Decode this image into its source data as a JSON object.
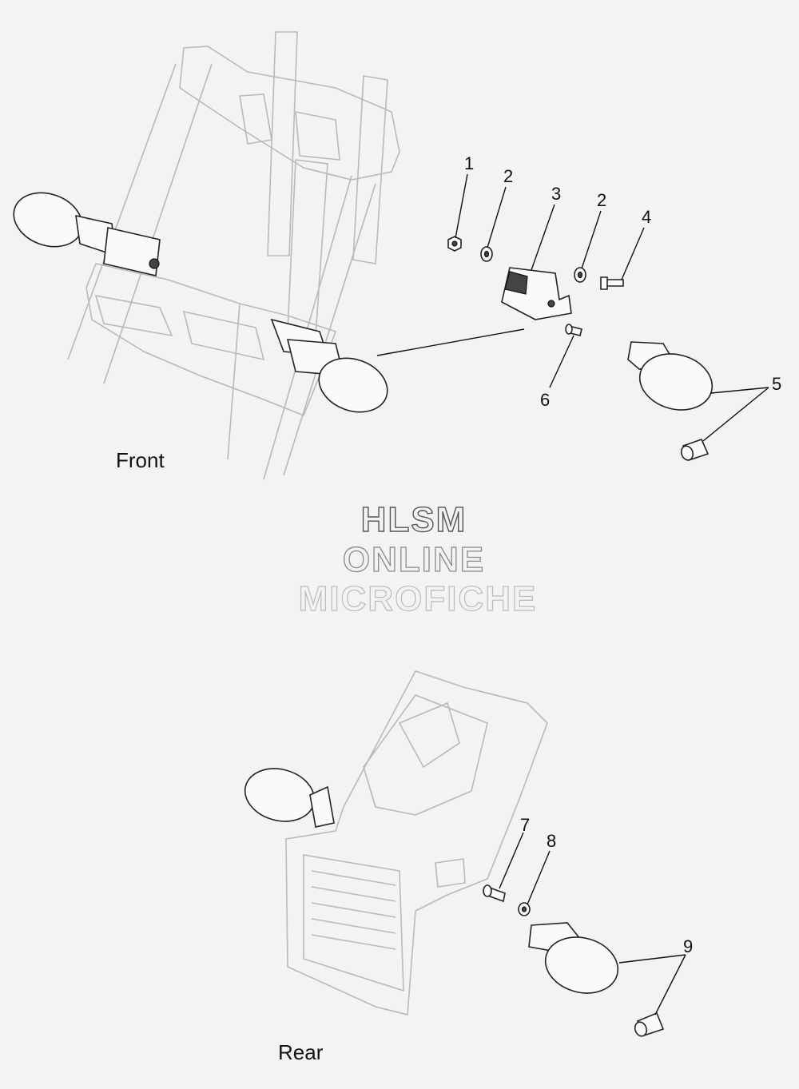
{
  "captions": {
    "front": "Front",
    "rear": "Rear"
  },
  "watermark": {
    "line1": "HLSM",
    "line2": "ONLINE",
    "line3": "MICROFICHE"
  },
  "callouts": [
    {
      "id": "1",
      "text": "1"
    },
    {
      "id": "2a",
      "text": "2"
    },
    {
      "id": "3",
      "text": "3"
    },
    {
      "id": "2b",
      "text": "2"
    },
    {
      "id": "4",
      "text": "4"
    },
    {
      "id": "5",
      "text": "5"
    },
    {
      "id": "6",
      "text": "6"
    },
    {
      "id": "7",
      "text": "7"
    },
    {
      "id": "8",
      "text": "8"
    },
    {
      "id": "9",
      "text": "9"
    }
  ]
}
